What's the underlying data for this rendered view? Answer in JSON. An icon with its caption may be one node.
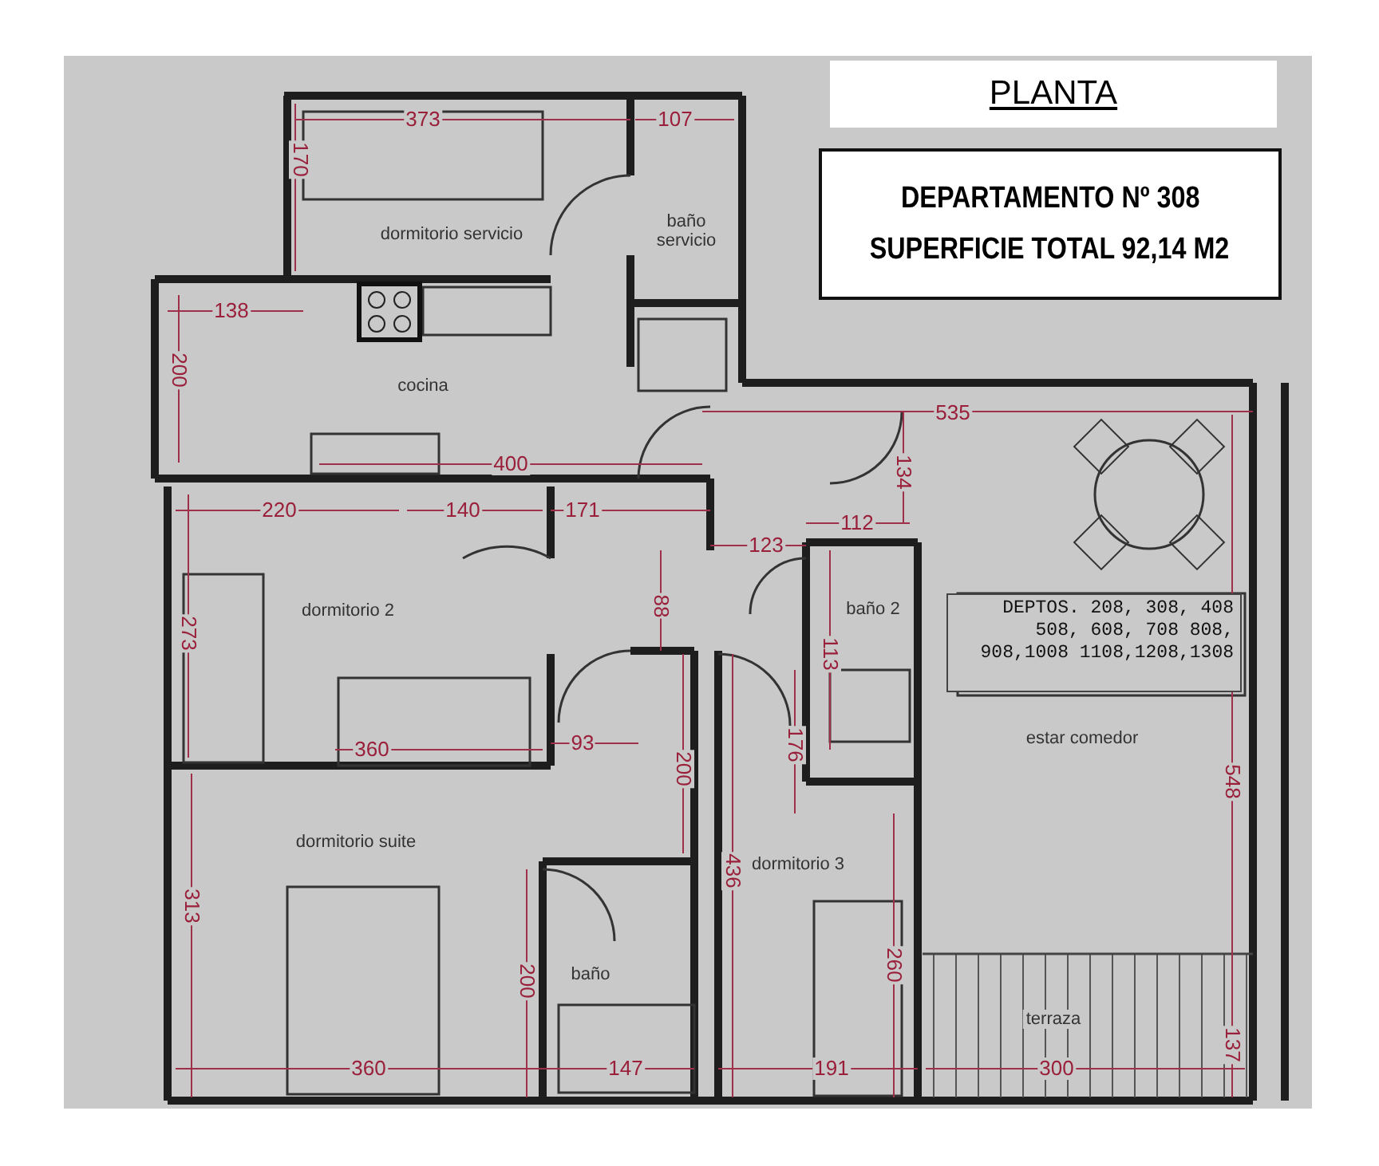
{
  "diagram": {
    "title": "PLANTA",
    "nodes": [
      {
        "text": [
          "DEPARTAMENTO Nº 308",
          "SUPERFICIE TOTAL 92,14 M2"
        ]
      },
      {
        "text": [
          "DEPTOS. 208, 308, 408 508, 608, 708 808, 908,1008 1108,1208,1308"
        ]
      }
    ],
    "edges": [],
    "labels": [
      "373",
      "107",
      "170",
      "dormitorio servicio",
      "baño servicio",
      "138",
      "200",
      "cocina",
      "400",
      "535",
      "220",
      "140",
      "171",
      "123",
      "112",
      "134",
      "dormitorio 2",
      "273",
      "88",
      "baño 2",
      "113",
      "360",
      "93",
      "176",
      "estar comedor",
      "dormitorio suite",
      "200",
      "548",
      "436",
      "dormitorio 3",
      "313",
      "200",
      "baño",
      "260",
      "terraza",
      "137",
      "360",
      "147",
      "191",
      "300"
    ]
  }
}
